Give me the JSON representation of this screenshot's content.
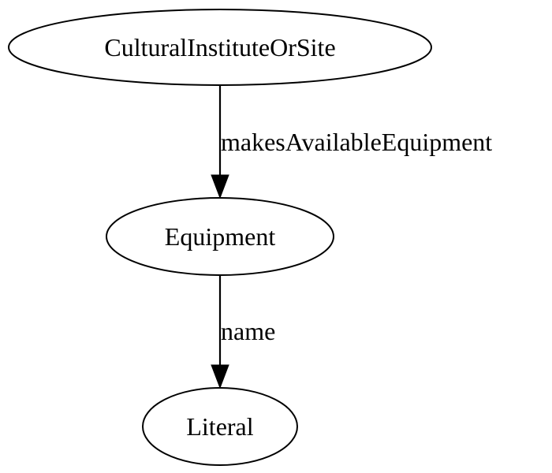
{
  "nodes": {
    "cultural_institute": "CulturalInstituteOrSite",
    "equipment": "Equipment",
    "literal": "Literal"
  },
  "edges": {
    "makes_available_equipment": "makesAvailableEquipment",
    "name": "name"
  }
}
